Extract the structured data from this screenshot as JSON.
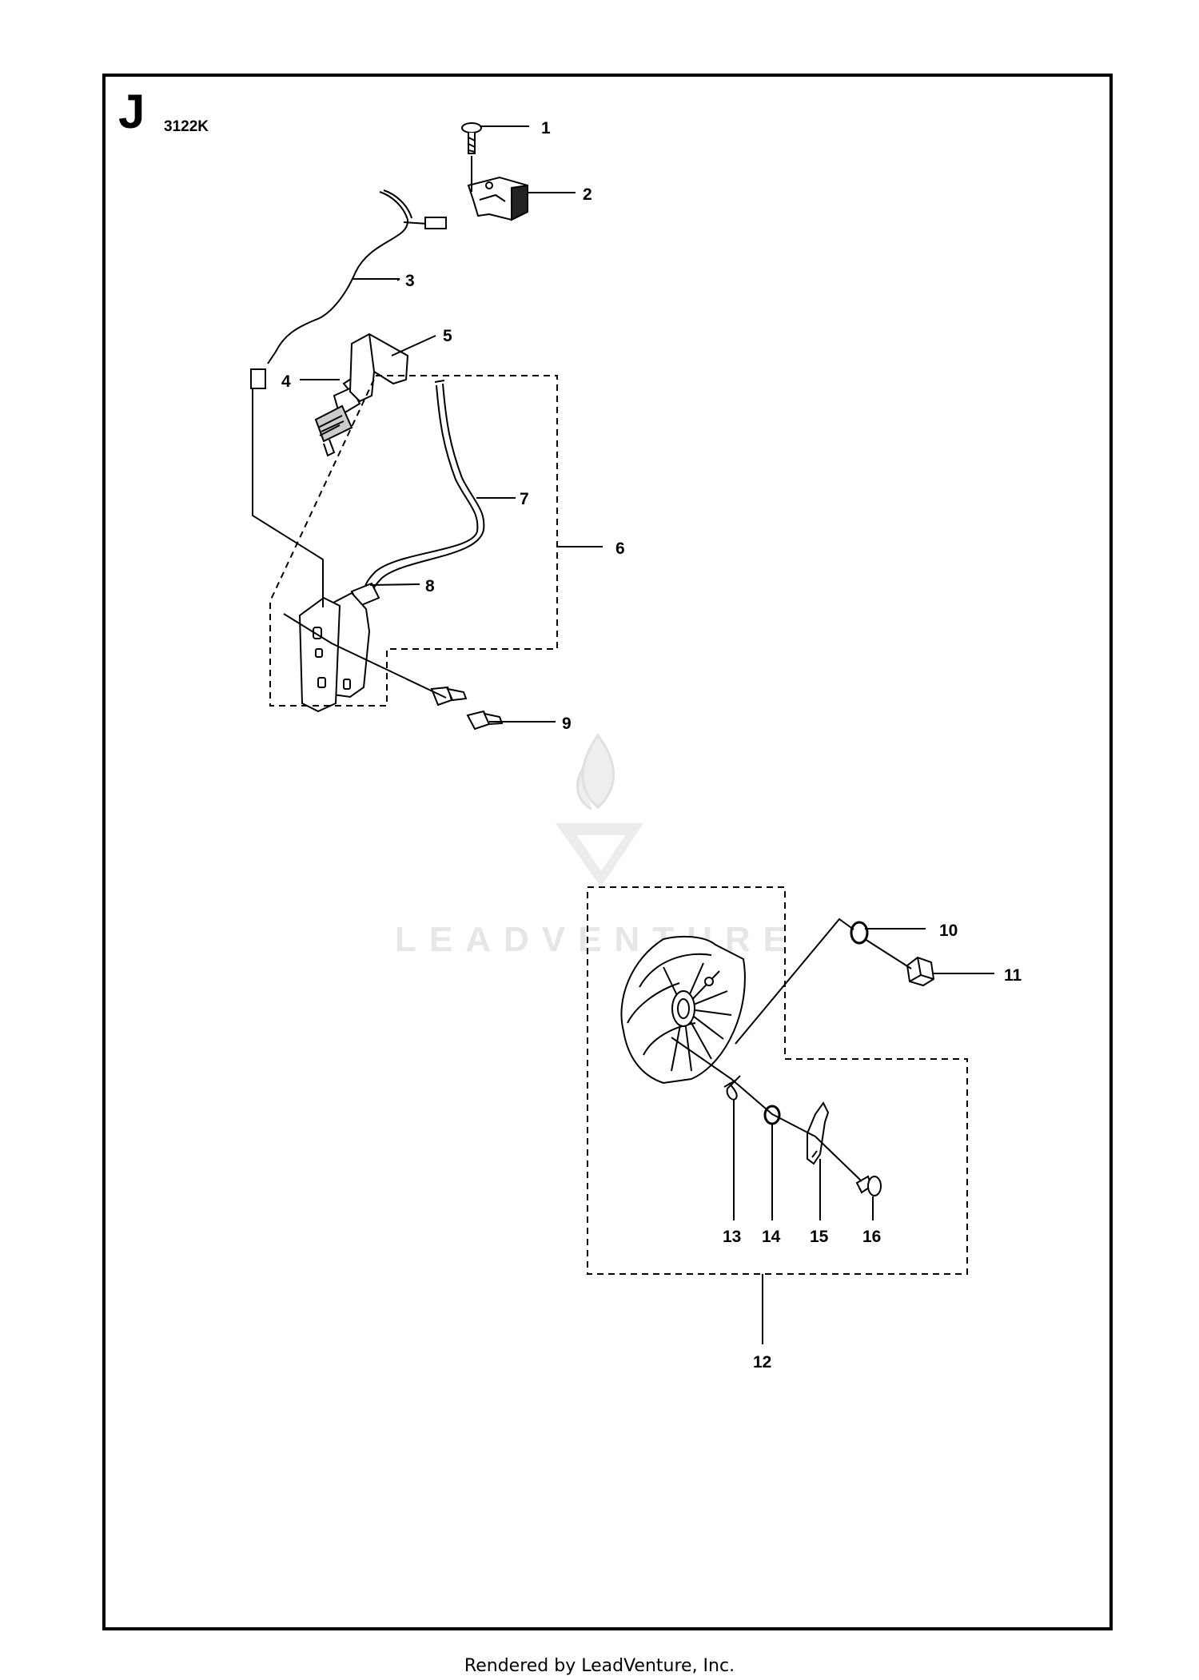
{
  "section_letter": "J",
  "diagram_code": "3122K",
  "callouts": [
    {
      "id": "1",
      "label": "1"
    },
    {
      "id": "2",
      "label": "2"
    },
    {
      "id": "3",
      "label": "3"
    },
    {
      "id": "4",
      "label": "4"
    },
    {
      "id": "5",
      "label": "5"
    },
    {
      "id": "6",
      "label": "6"
    },
    {
      "id": "7",
      "label": "7"
    },
    {
      "id": "8",
      "label": "8"
    },
    {
      "id": "9",
      "label": "9"
    },
    {
      "id": "10",
      "label": "10"
    },
    {
      "id": "11",
      "label": "11"
    },
    {
      "id": "12",
      "label": "12"
    },
    {
      "id": "13",
      "label": "13"
    },
    {
      "id": "14",
      "label": "14"
    },
    {
      "id": "15",
      "label": "15"
    },
    {
      "id": "16",
      "label": "16"
    }
  ],
  "watermark": {
    "text": "LEADVENTURE"
  },
  "footer": {
    "text": "Rendered by LeadVenture, Inc."
  },
  "colors": {
    "line": "#000000",
    "watermark": "#e6e6e6",
    "background": "#ffffff"
  }
}
